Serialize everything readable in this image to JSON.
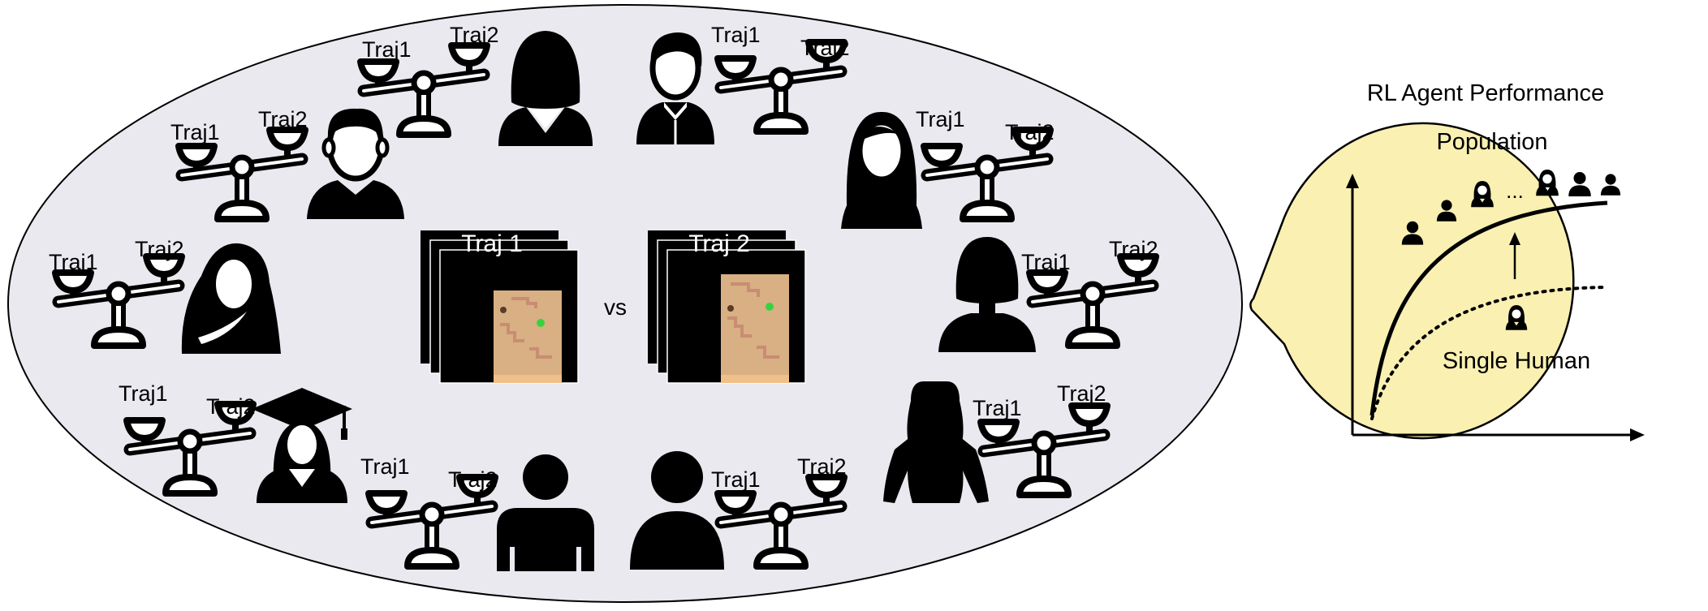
{
  "ellipse": {
    "voters": [
      {
        "label_left": "Traj1",
        "label_right": "Traj2",
        "person_icon": "woman-shoulder-hair-icon"
      },
      {
        "label_left": "Traj1",
        "label_right": "Traj2",
        "person_icon": "man-shirt-collar-icon"
      },
      {
        "label_left": "Traj1",
        "label_right": "Traj2",
        "person_icon": "man-short-hair-icon"
      },
      {
        "label_left": "Traj1",
        "label_right": "Traj2",
        "person_icon": "woman-long-hair-icon"
      },
      {
        "label_left": "Traj1",
        "label_right": "Traj2",
        "person_icon": "woman-hijab-icon"
      },
      {
        "label_left": "Traj1",
        "label_right": "Traj2",
        "person_icon": "woman-bob-hair-icon"
      },
      {
        "label_left": "Traj1",
        "label_right": "Traj2",
        "person_icon": "graduate-cap-icon"
      },
      {
        "label_left": "Traj1",
        "label_right": "Traj2",
        "person_icon": "woman-standing-silhouette-icon"
      },
      {
        "label_left": "Traj1",
        "label_right": "Traj2",
        "person_icon": "person-square-body-icon"
      },
      {
        "label_left": "Traj1",
        "label_right": "Traj2",
        "person_icon": "person-round-body-icon"
      }
    ],
    "comparison": {
      "traj1_label": "Traj 1",
      "traj2_label": "Traj 2",
      "vs_label": "vs"
    }
  },
  "performance_panel": {
    "title": "RL Agent Performance",
    "population_label": "Population",
    "ellipsis": "...",
    "single_human_label": "Single Human"
  },
  "colors": {
    "ellipse_fill": "#e9e9ef",
    "bubble_fill": "#f9f0b1",
    "game_floor": "#d8b083",
    "game_dark": "#000000",
    "agent_green": "#39d23f"
  }
}
